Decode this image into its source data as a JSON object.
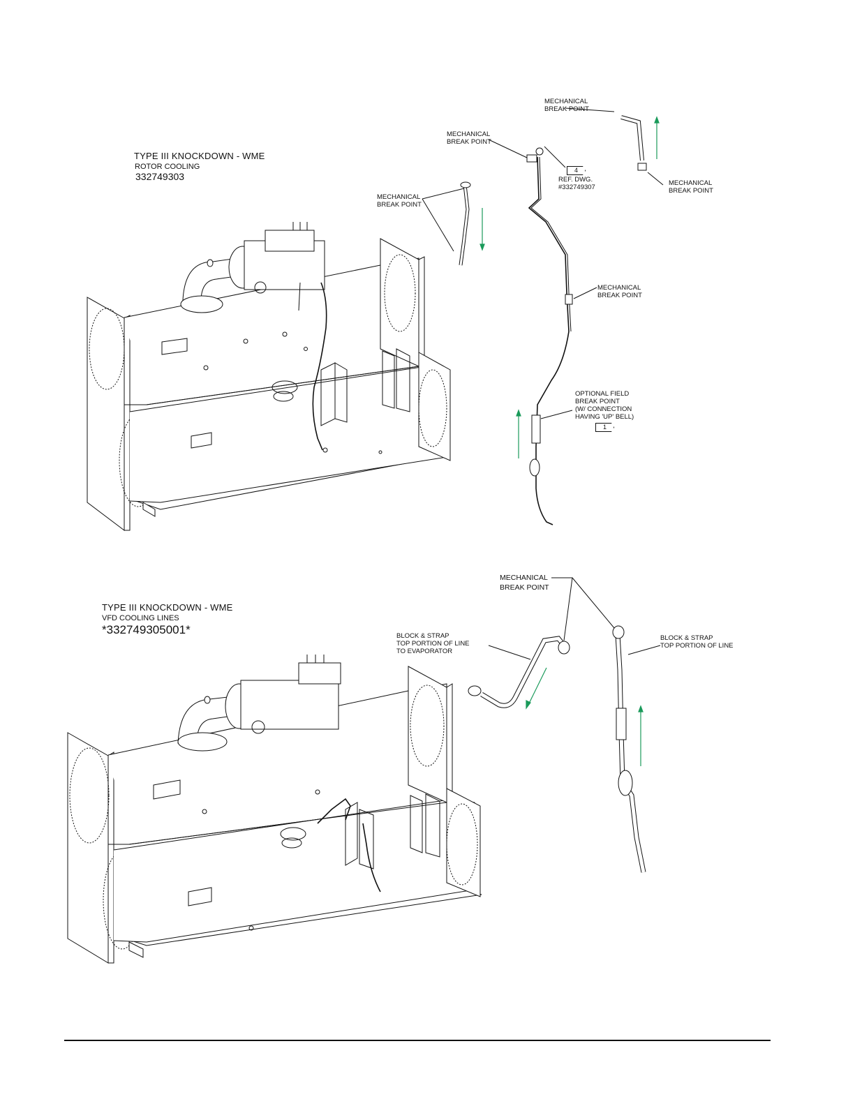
{
  "top_assembly": {
    "title": "TYPE    III    KNOCKDOWN - WME",
    "subtitle": "ROTOR COOLING",
    "part_number": "332749303"
  },
  "bottom_assembly": {
    "title": "TYPE    III    KNOCKDOWN - WME",
    "subtitle": "VFD COOLING LINES",
    "part_number": "*332749305001*"
  },
  "callouts_top": {
    "mbp_upper_right": [
      "MECHANICAL",
      "BREAK POINT"
    ],
    "mbp_upper_mid": [
      "MECHANICAL",
      "BREAK POINT"
    ],
    "mbp_right_bottom": [
      "MECHANICAL",
      "BREAK POINT"
    ],
    "mbp_left_hose": [
      "MECHANICAL",
      "BREAK POINT"
    ],
    "mbp_middle": [
      "MECHANICAL",
      "BREAK POINT"
    ],
    "ref_flag": "4",
    "ref_dwg": [
      "REF. DWG.",
      "#332749307"
    ],
    "optional_break": [
      "OPTIONAL FIELD",
      "BREAK POINT",
      "(W/ CONNECTION",
      "HAVING 'UP' BELL)"
    ],
    "opt_flag": "1"
  },
  "callouts_bottom": {
    "mbp": [
      "MECHANICAL",
      "BREAK POINT"
    ],
    "block_strap_left": [
      "BLOCK & STRAP",
      "TOP PORTION OF LINE",
      "TO EVAPORATOR"
    ],
    "block_strap_right": [
      "BLOCK & STRAP",
      "TOP PORTION OF LINE"
    ]
  },
  "colors": {
    "line": "#111111",
    "flow_arrow": "#1a9a5a"
  }
}
